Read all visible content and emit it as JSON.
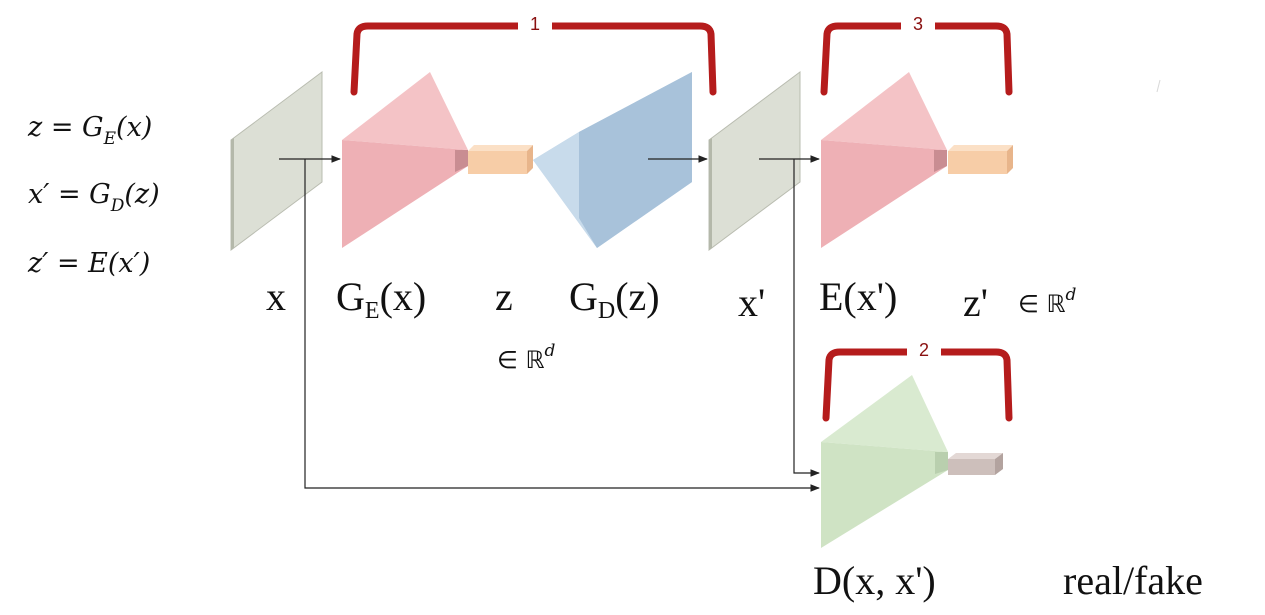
{
  "equations": [
    {
      "lhs": "z",
      "rhs": "G",
      "sub": "E",
      "arg": "(x)"
    },
    {
      "lhs": "x′",
      "rhs": "G",
      "sub": "D",
      "arg": "(z)"
    },
    {
      "lhs": "z′",
      "rhs": "E",
      "sub": "",
      "arg": "(x′)"
    }
  ],
  "labels": {
    "x": "x",
    "ge_main": "G",
    "ge_sub": "E",
    "ge_arg": "(x)",
    "z": "z",
    "gd_main": "G",
    "gd_sub": "D",
    "gd_arg": "(z)",
    "x_prime": "x'",
    "e_x_prime": "E(x')",
    "z_prime": "z'",
    "in_symbol": "∈ ℝ",
    "dim": "d",
    "d_label": "D(x, x')",
    "real_fake": "real/fake"
  },
  "brackets": [
    {
      "number": "1",
      "color": "#b51c1c"
    },
    {
      "number": "2",
      "color": "#b51c1c"
    },
    {
      "number": "3",
      "color": "#b51c1c"
    }
  ],
  "colors": {
    "image_plane": "#dcdfd5",
    "encoder": "#efaab0",
    "decoder": "#a8c2da",
    "latent": "#f7cda7",
    "discriminator": "#cfe3c4",
    "disc_output": "#cdbfbb"
  }
}
